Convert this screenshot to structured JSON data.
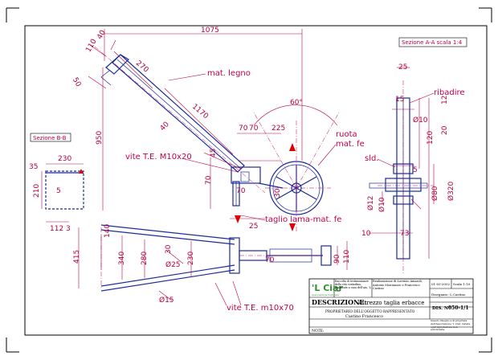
{
  "dimensions": {
    "d1075": "1075",
    "d40": "40",
    "d110": "110",
    "d270": "270",
    "d50": "50",
    "d1170": "1170",
    "d40b": "40",
    "d950": "950",
    "d60deg": "60°",
    "d70a": "70",
    "d70b": "70",
    "d225": "225",
    "d45": "45",
    "d70c": "70",
    "d30a": "30",
    "d25a": "25",
    "d230a": "230",
    "d35": "35",
    "d5a": "5",
    "d210": "210",
    "d112": "112",
    "d3": "3",
    "d140": "140",
    "d415": "415",
    "d340": "340",
    "d280": "280",
    "d30b": "30",
    "d25dia": "Ø25",
    "d230b": "230",
    "d70d": "70",
    "d90": "90",
    "d110b": "110",
    "d15dia": "Ø15",
    "d25b": "25",
    "d15": "15",
    "d10dia": "Ø10",
    "d12": "12",
    "d120": "120",
    "d20": "20",
    "d5b": "5",
    "d80dia": "Ø80",
    "d320dia": "Ø320",
    "d12dia": "Ø12",
    "d10dia2": "Ø10",
    "d10": "10",
    "d73": "73",
    "d70e": "70"
  },
  "labels": {
    "sezione_aa": "Sezione A-A  scala 1:4",
    "sezione_bb": "Sezione B-B",
    "mat_legno": "mat. legno",
    "ruota": "ruota",
    "mat_fe": "mat. fe",
    "vite_te_m10x20": "vite T.E. M10x20",
    "taglio_lama": "taglio lama-mat. fe",
    "ribadire": "ribadire",
    "sld": "sld.",
    "vite_te_m10x70": "vite T.E. m10x70"
  },
  "title_block": {
    "logo": "'L Ciar",
    "logo_sub": "Associazione Culturale",
    "desc_text": "Raccolta di testimonianze della vita contadina, realizzate a cura dell'ass. 'L Ciar",
    "authors": "Realizzazione di Lorenzo Amaroli, Antonio Montanaro e Francesco Castino",
    "date": "01-03-2002",
    "scale": "Scala 1:10",
    "drawn_by": "Disegnato: L.Castino",
    "description_label": "DESCRIZIONE:",
    "description_value": "Attrezzo taglia erbacce",
    "dis_label": "DIS. N°",
    "dis_value": "050-1/1",
    "owner": "PROPRIETARIO DELL'OGGETTO RAPPRESENTATO",
    "owner_name": "Castino Francesco",
    "note_label": "NOTE:",
    "copyright": "Questo disegno è di proprietà dell'Associazione 'L Ciar, vietata ogni riproduzione non autorizzata."
  },
  "colors": {
    "dimension": "#c0004a",
    "part": "#1c2a9c",
    "logo_green": "#2f8f2f"
  }
}
